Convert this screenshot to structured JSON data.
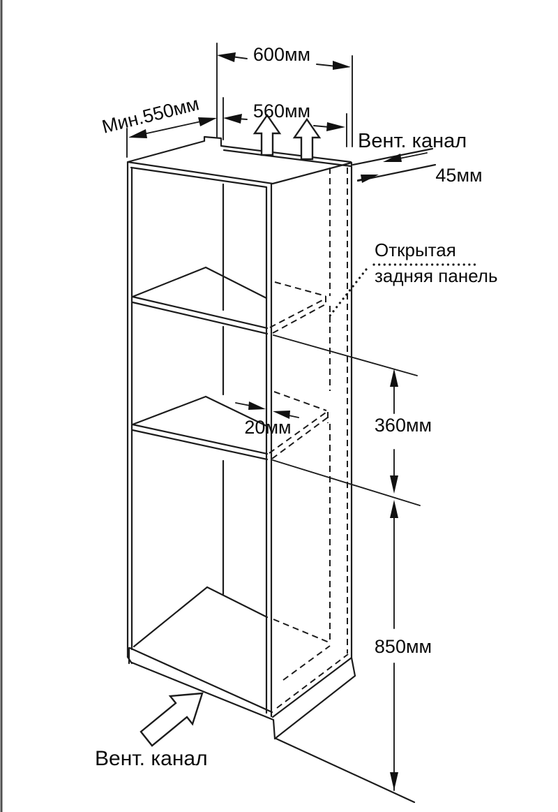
{
  "diagram": {
    "labels": {
      "dim_top_width": "600мм",
      "dim_depth": "Мин.550мм",
      "dim_inner_width": "560мм",
      "vent_channel_top": "Вент. канал",
      "dim_vent_gap": "45мм",
      "open_back_line1": "Открытая",
      "open_back_line2": "задняя панель",
      "dim_niche_height": "360мм",
      "dim_shelf_gap": "20мм",
      "dim_floor_height": "850мм",
      "vent_channel_bottom": "Вент. канал"
    },
    "colors": {
      "line": "#1c1c1c",
      "text": "#0a0a0a",
      "page_edge": "#4f4f4f",
      "background": "#ffffff"
    }
  }
}
